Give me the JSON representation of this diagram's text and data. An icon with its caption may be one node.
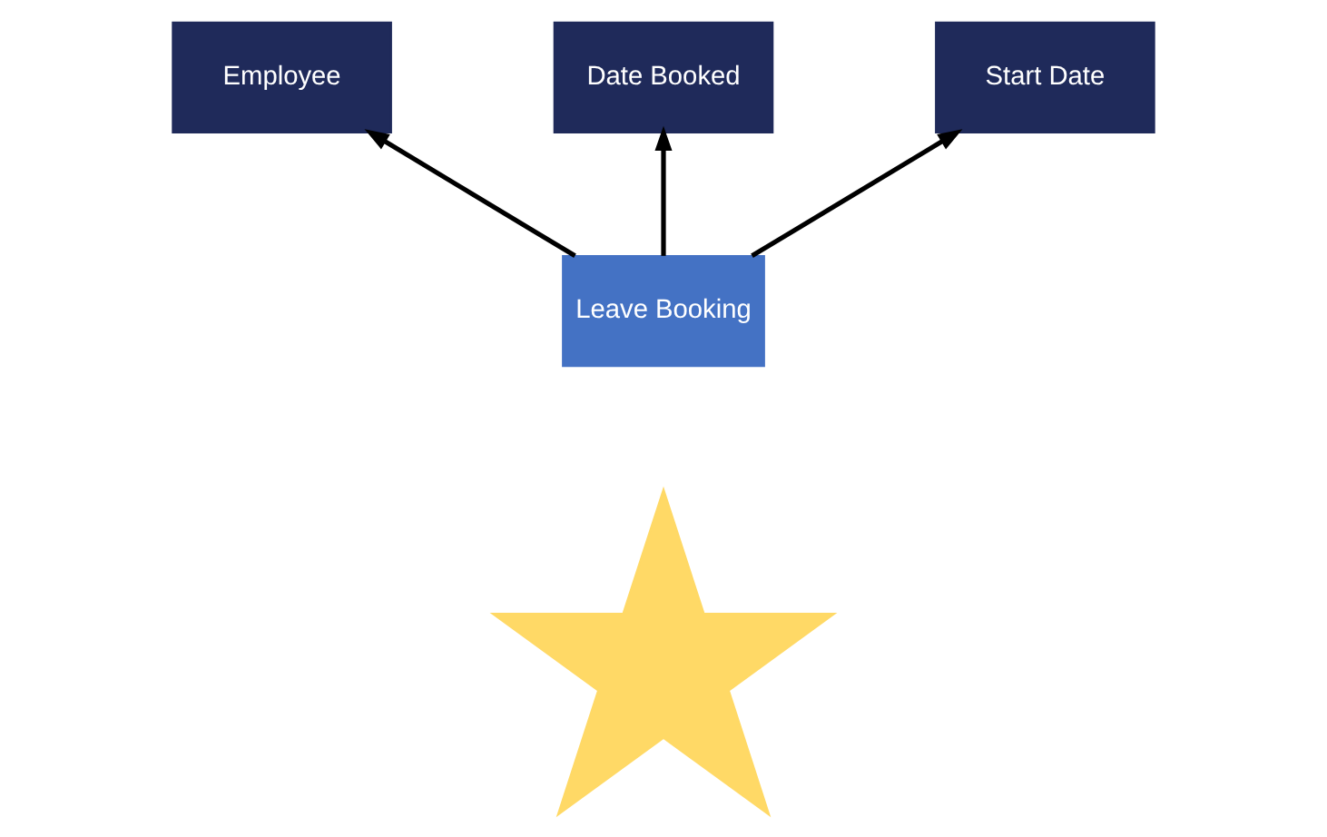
{
  "diagram": {
    "nodes": [
      {
        "text": [],
        "shape": "star"
      },
      {
        "text": [
          "Leave Booking"
        ]
      },
      {
        "text": [
          "Employee"
        ]
      },
      {
        "text": [
          "Date Booked"
        ]
      },
      {
        "text": [
          "Start Date"
        ]
      }
    ],
    "edges": [
      {
        "from": 1,
        "to": 2,
        "arrow": "to"
      },
      {
        "from": 1,
        "to": 3,
        "arrow": "to"
      },
      {
        "from": 1,
        "to": 4,
        "arrow": "to"
      }
    ]
  }
}
